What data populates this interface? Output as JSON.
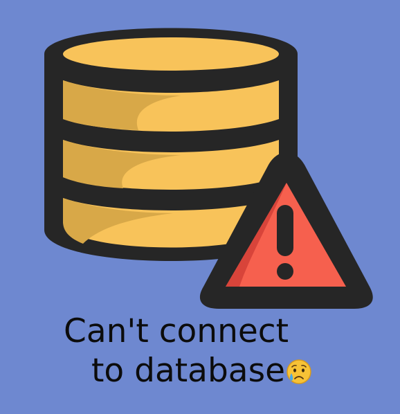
{
  "colors": {
    "background": "#6e88d0",
    "outline": "#262626",
    "db_fill": "#f8c35a",
    "db_shadow": "#d8a848",
    "warning_fill": "#f6604e",
    "warning_shadow": "#d8443a",
    "text": "#0c0c0c"
  },
  "icons": {
    "database": "database-icon",
    "warning": "warning-triangle-icon",
    "emoji": "crying-face-emoji"
  },
  "message": {
    "line1": "Can't connect ",
    "line2": "to database"
  }
}
